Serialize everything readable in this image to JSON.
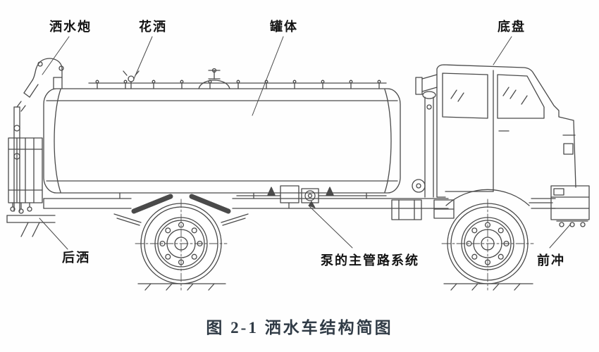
{
  "figure": {
    "caption": "图 2-1 洒水车结构简图",
    "labels": {
      "water_cannon": "洒水炮",
      "sprinkler_head": "花洒",
      "tank_body": "罐体",
      "chassis": "底盘",
      "rear_spray": "后洒",
      "pump_pipeline": "泵的主管路系统",
      "front_flush": "前冲"
    },
    "colors": {
      "line": "#4a4a4a",
      "label_text": "#141414",
      "caption_text": "#303b46",
      "background": "#fefefe"
    }
  }
}
